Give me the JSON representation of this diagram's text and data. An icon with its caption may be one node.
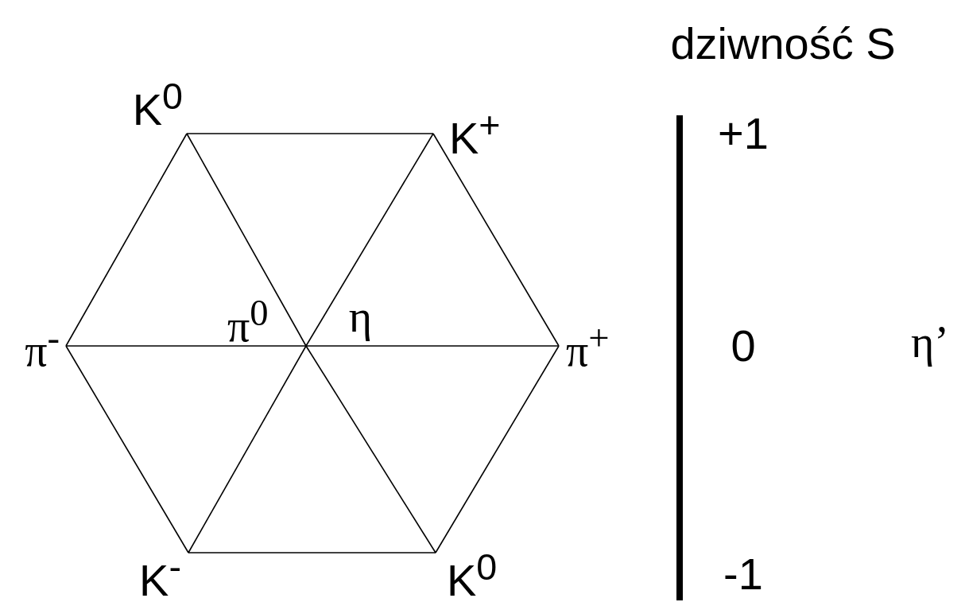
{
  "diagram": {
    "nodes": [
      {
        "text": [
          "K$^{0}$"
        ]
      },
      {
        "text": [
          "K$^{+}$"
        ]
      },
      {
        "text": [
          "π$^{-}$"
        ]
      },
      {
        "text": [
          "π$^{0}$",
          "η"
        ]
      },
      {
        "text": [
          "π$^{+}$"
        ]
      },
      {
        "text": [
          "K$^{-}$"
        ]
      },
      {
        "text": [
          "K$^{0}$"
        ]
      }
    ],
    "edges": [
      {
        "from": 0,
        "to": 1,
        "arrow": "none"
      },
      {
        "from": 1,
        "to": 4,
        "arrow": "none"
      },
      {
        "from": 4,
        "to": 6,
        "arrow": "none"
      },
      {
        "from": 6,
        "to": 5,
        "arrow": "none"
      },
      {
        "from": 5,
        "to": 2,
        "arrow": "none"
      },
      {
        "from": 2,
        "to": 0,
        "arrow": "none"
      },
      {
        "from": 0,
        "to": 3,
        "arrow": "none"
      },
      {
        "from": 3,
        "to": 6,
        "arrow": "none"
      },
      {
        "from": 1,
        "to": 3,
        "arrow": "none"
      },
      {
        "from": 3,
        "to": 5,
        "arrow": "none"
      },
      {
        "from": 2,
        "to": 3,
        "arrow": "none"
      },
      {
        "from": 3,
        "to": 4,
        "arrow": "none"
      }
    ],
    "labels": [
      "dziwność S",
      "+1",
      "0",
      "η’",
      "-1"
    ]
  }
}
